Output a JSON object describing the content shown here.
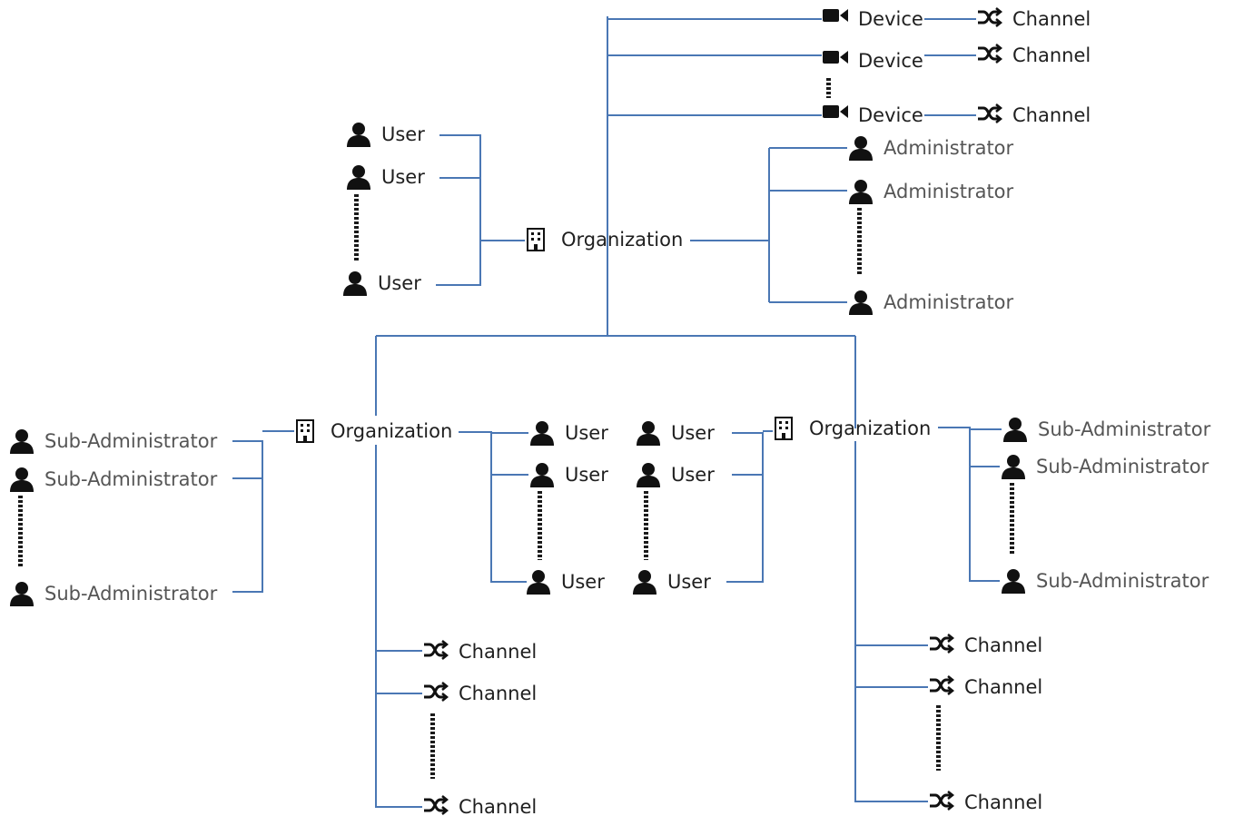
{
  "colors": {
    "line": "#4a77b4",
    "text": "#1f1f1f",
    "text_secondary": "#555555",
    "icon": "#111111"
  },
  "icons": {
    "user": "user-icon",
    "organization": "building-icon",
    "device": "video-camera-icon",
    "channel": "shuffle-icon"
  },
  "labels": {
    "user": "User",
    "organization": "Organization",
    "device": "Device",
    "channel": "Channel",
    "administrator": "Administrator",
    "sub_administrator": "Sub-Administrator"
  }
}
